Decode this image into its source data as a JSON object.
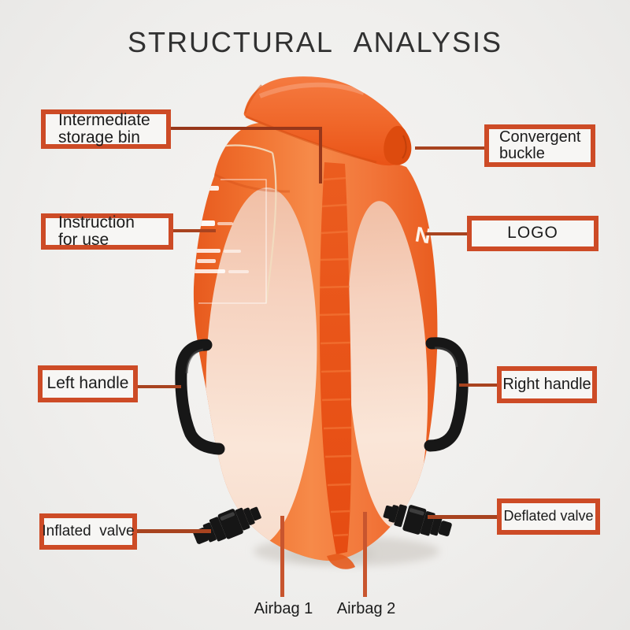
{
  "title": "STRUCTURAL ANALYSIS",
  "callouts": {
    "intermediate_storage_bin": {
      "line1": "Intermediate",
      "line2": "storage bin"
    },
    "instruction_for_use": {
      "line1": "Instruction",
      "line2": "for use"
    },
    "left_handle": {
      "label": "Left handle"
    },
    "inflated_valve": {
      "label": "Inflated  valve"
    },
    "convergent_buckle": {
      "line1": "Convergent",
      "line2": "buckle"
    },
    "logo": {
      "label": "LOGO"
    },
    "right_handle": {
      "label": "Right handle"
    },
    "deflated_valve": {
      "label": "Deflated valve"
    },
    "airbag_1": {
      "label": "Airbag 1"
    },
    "airbag_2": {
      "label": "Airbag 2"
    }
  },
  "product": {
    "description": "orange roll-top inflatable swim buoy dry bag with two airbags, side handles and valves",
    "logo_glyph": "N"
  },
  "colors": {
    "accent_box_border": "#cd4b26",
    "leader_line": "#a8431f",
    "airbag_line": "#c8552e",
    "bag_orange": "#f0702e",
    "bag_seam": "#e85517",
    "panel_pink": "#f8dcca",
    "handle_black": "#171717",
    "background": "#efeeec",
    "text": "#1b1b1b",
    "title_text": "#313131"
  }
}
